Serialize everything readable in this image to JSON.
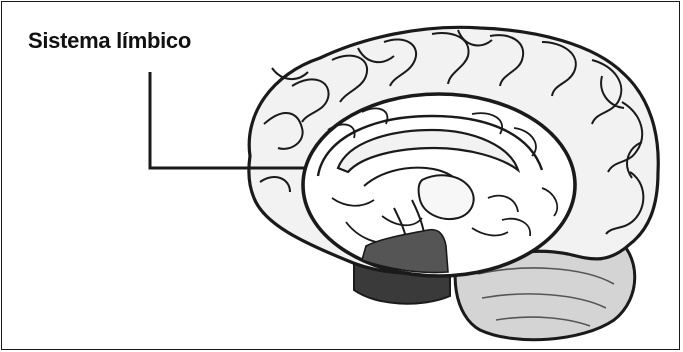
{
  "title": "Sistema límbico",
  "colors": {
    "outline": "#1a1a1a",
    "cortex_fill": "#f2f2f2",
    "zoom_fill": "#ffffff",
    "cerebellum_fill": "#d4d4d4",
    "highlight_dark": "#555555",
    "highlight_darker": "#3a3a3a"
  },
  "icons": [
    "brain-illustration",
    "magnifier-circle",
    "callout-line"
  ]
}
